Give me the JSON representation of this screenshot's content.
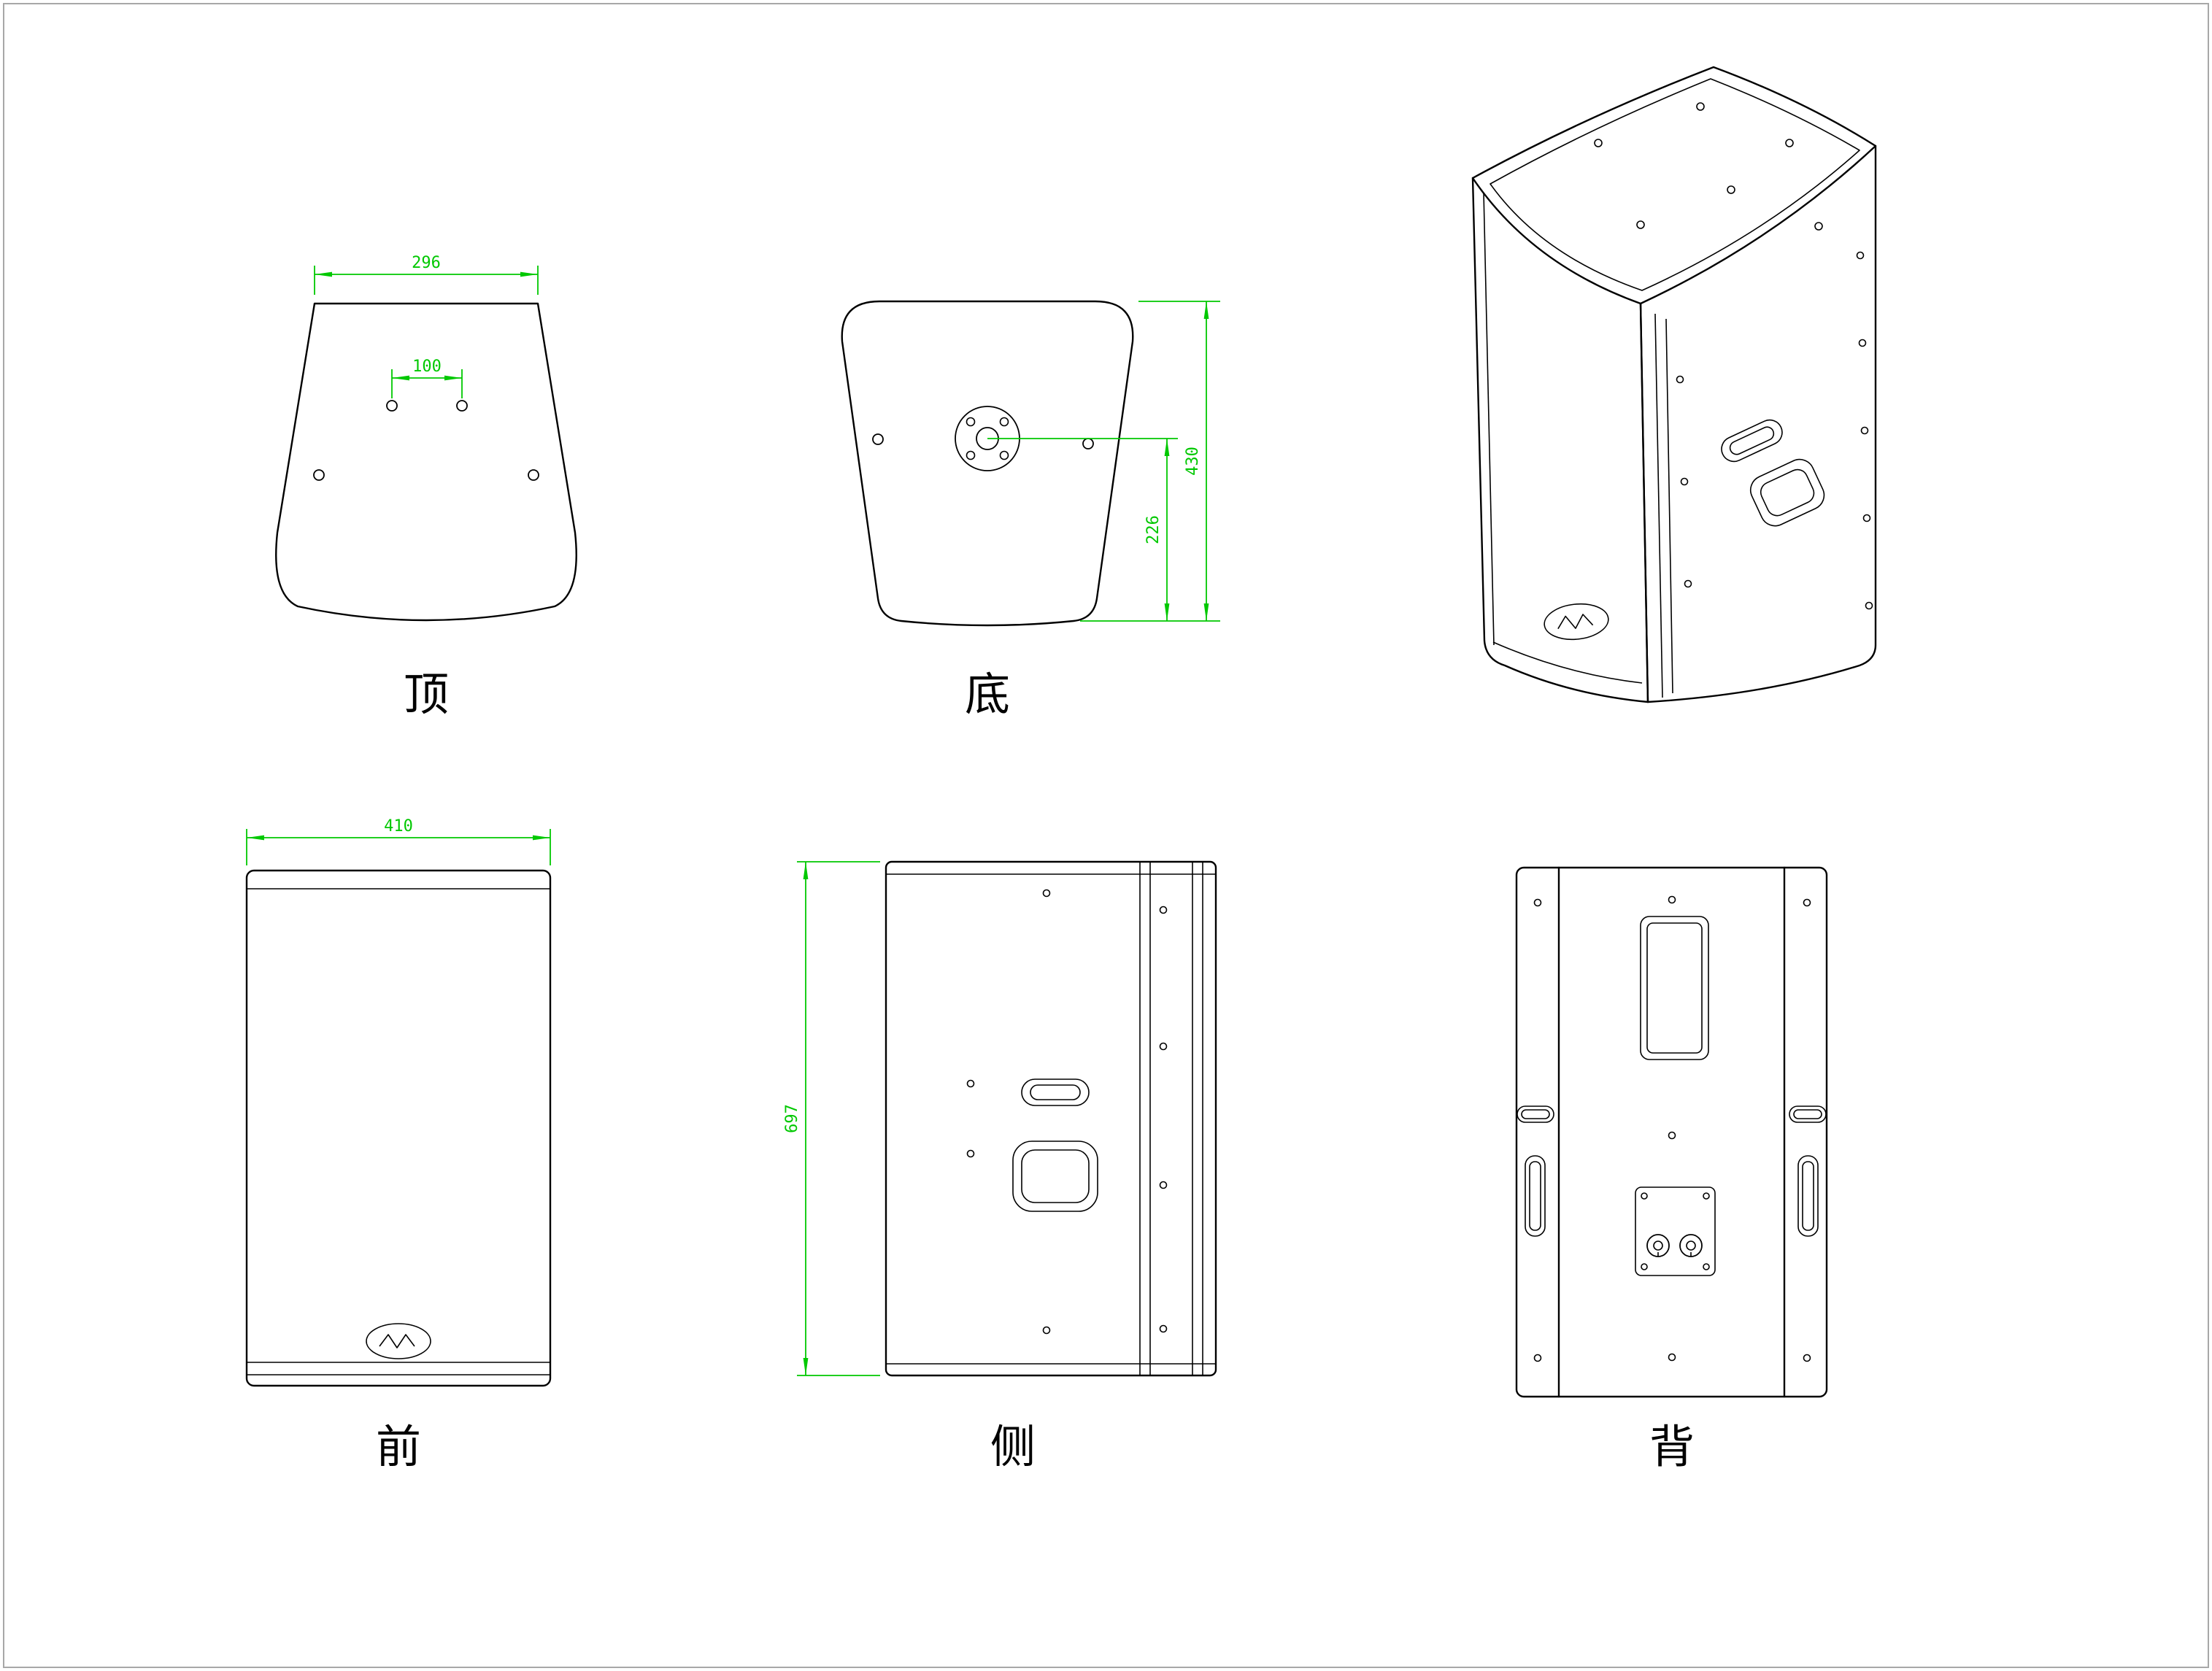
{
  "colors": {
    "line": "#000000",
    "dimension": "#00C800",
    "background": "#FFFFFF",
    "border": "#A8A8A8"
  },
  "views": {
    "top": {
      "label": "顶",
      "dims": {
        "width": "296",
        "hole_spacing": "100"
      }
    },
    "bottom": {
      "label": "底",
      "dims": {
        "depth": "430",
        "pole_offset": "226"
      }
    },
    "front": {
      "label": "前",
      "dims": {
        "width": "410"
      }
    },
    "side": {
      "label": "侧",
      "dims": {
        "height": "697"
      }
    },
    "back": {
      "label": "背"
    }
  }
}
